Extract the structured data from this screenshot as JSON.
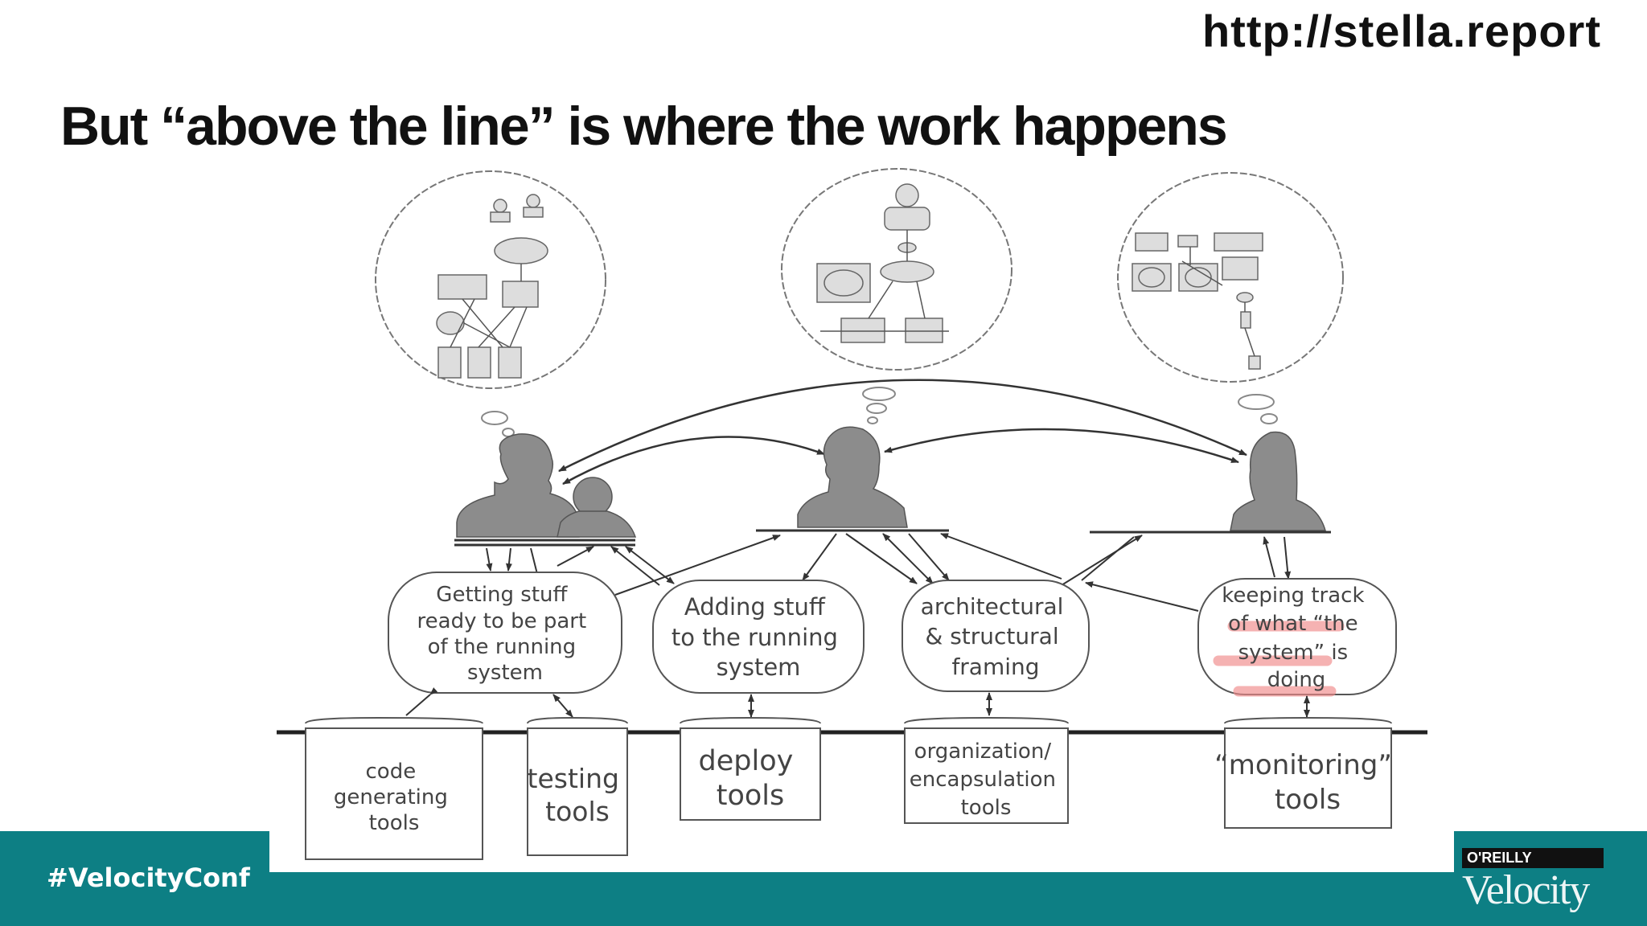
{
  "header": {
    "url": "http://stella.report"
  },
  "slide": {
    "title": "But “above the line” is where the work happens"
  },
  "activities": [
    {
      "lines": [
        "Getting stuff",
        "ready to be part",
        "of the running",
        "system"
      ]
    },
    {
      "lines": [
        "Adding stuff",
        "to the running",
        "system"
      ]
    },
    {
      "lines": [
        "architectural",
        "& structural",
        "framing"
      ]
    },
    {
      "lines": [
        "keeping track",
        "of what “the",
        "system” is",
        "doing"
      ]
    }
  ],
  "tools": [
    {
      "lines": [
        "code",
        "generating",
        "tools"
      ]
    },
    {
      "lines": [
        "testing",
        "tools"
      ]
    },
    {
      "lines": [
        "deploy",
        "tools"
      ]
    },
    {
      "lines": [
        "organization/",
        "encapsulation",
        "tools"
      ]
    },
    {
      "lines": [
        "“monitoring”",
        "tools"
      ]
    }
  ],
  "footer": {
    "hashtag": "#VelocityConf",
    "publisher": "O'REILLY",
    "product": "Velocity"
  },
  "colors": {
    "band": "#0d7f84",
    "figure": "#8c8c8c",
    "highlight": "#f08a8a"
  }
}
